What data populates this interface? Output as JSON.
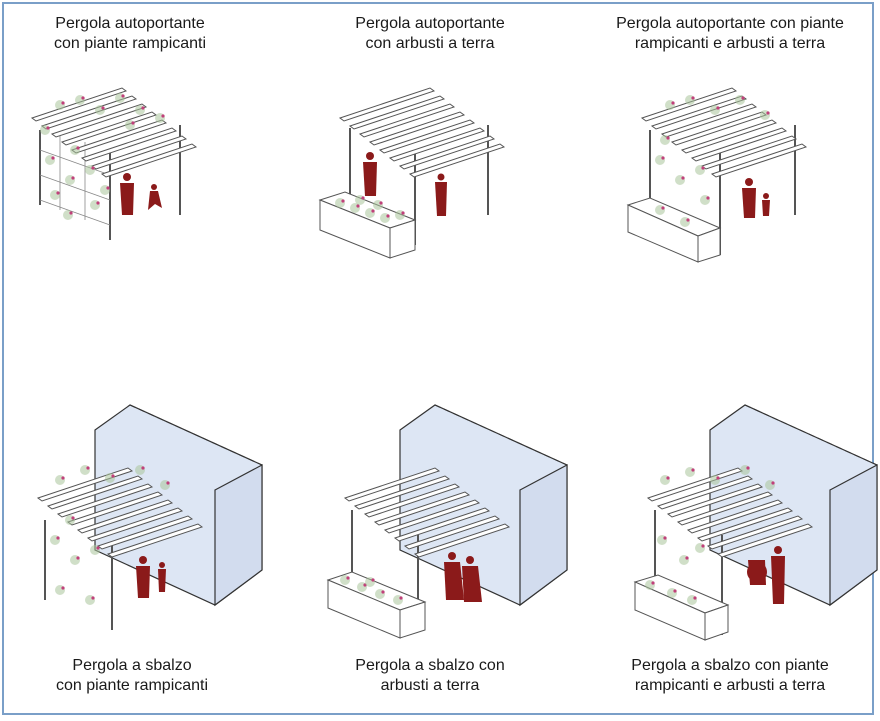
{
  "captions": {
    "top_1": [
      "Pergola autoportante",
      "con piante rampicanti"
    ],
    "top_2": [
      "Pergola autoportante",
      "con arbusti a terra"
    ],
    "top_3": [
      "Pergola autoportante con piante",
      "rampicanti e arbusti a terra"
    ],
    "bottom_1": [
      "Pergola a sbalzo",
      "con piante rampicanti"
    ],
    "bottom_2": [
      "Pergola a sbalzo con",
      "arbusti a terra"
    ],
    "bottom_3": [
      "Pergola a sbalzo con piante",
      "rampicanti e arbusti a terra"
    ]
  },
  "colors": {
    "frame_border": "#7a9fc8",
    "wall_fill": "#dde6f4",
    "figure_red": "#8b1a1a",
    "foliage_green": "#a9c59a",
    "flower_pink": "#c0407a"
  }
}
